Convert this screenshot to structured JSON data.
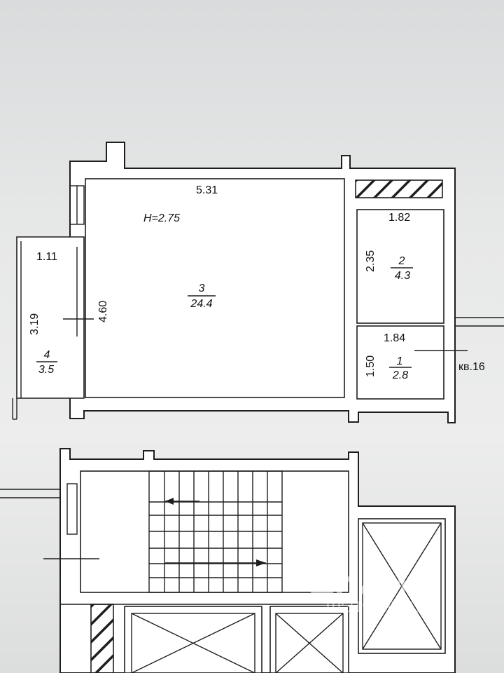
{
  "apartment": {
    "ceiling_height": "H=2.75",
    "unit_label": "кв.16",
    "rooms": [
      {
        "number": "3",
        "area": "24.4",
        "width": "5.31",
        "length": "4.60"
      },
      {
        "number": "2",
        "area": "4.3",
        "width": "1.82",
        "length": "2.35"
      },
      {
        "number": "1",
        "area": "2.8",
        "width": "1.84",
        "length": "1.50"
      },
      {
        "number": "4",
        "area": "3.5",
        "width": "1.11",
        "length": "3.19"
      }
    ]
  },
  "watermark": {
    "brand": "ЦИАН",
    "id": "10:319350883"
  }
}
